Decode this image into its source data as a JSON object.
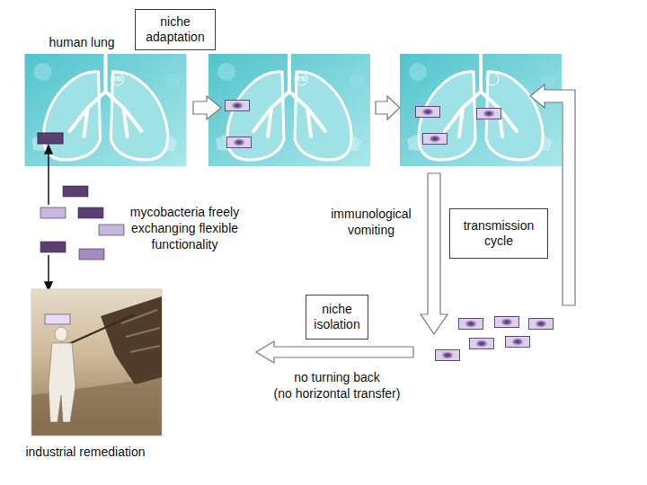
{
  "diagram": {
    "nodes": [
      {
        "text": [
          "niche adaptation"
        ]
      },
      {
        "text": [
          "transmission cycle"
        ]
      },
      {
        "text": [
          "niche isolation"
        ]
      }
    ],
    "labels": [
      "human lung",
      "mycobacteria freely exchanging flexible functionality",
      "immunological vomiting",
      "no turning back",
      "(no horizontal transfer)",
      "industrial remediation",
      "TB",
      "TB"
    ]
  }
}
